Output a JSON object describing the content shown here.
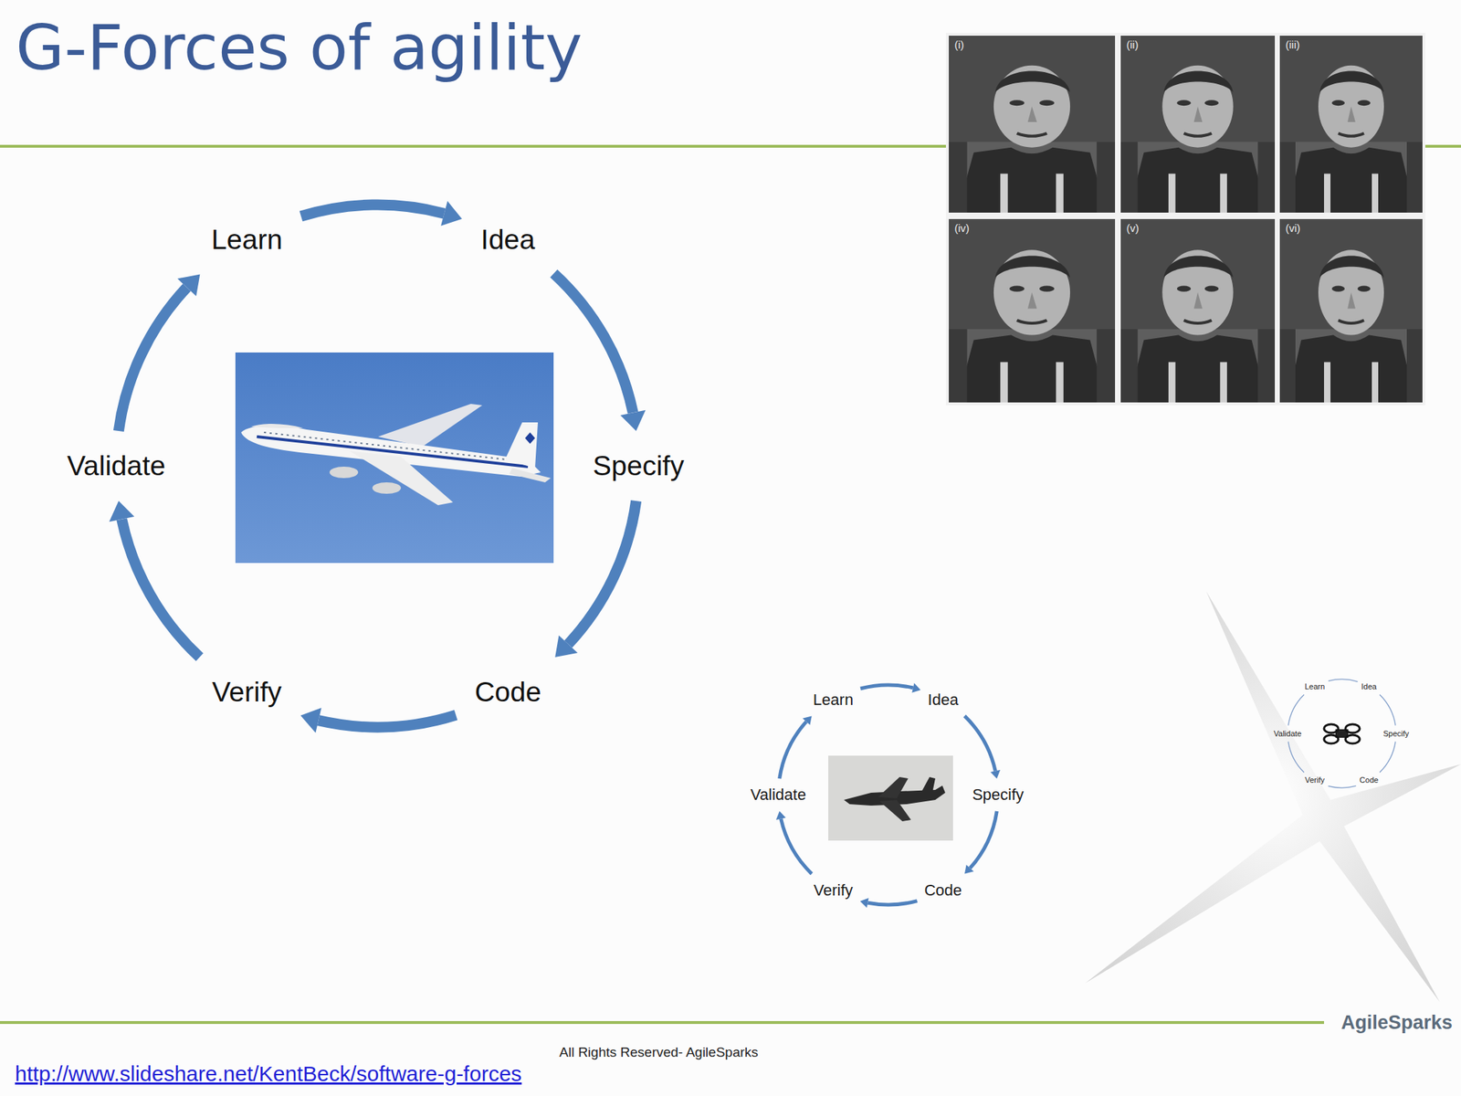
{
  "diagram": {
    "title": "G-Forces of agility",
    "nodes": [
      {
        "text": [
          "Learn"
        ]
      },
      {
        "text": [
          "Idea"
        ]
      },
      {
        "text": [
          "Specify"
        ]
      },
      {
        "text": [
          "Code"
        ]
      },
      {
        "text": [
          "Verify"
        ]
      },
      {
        "text": [
          "Validate"
        ]
      },
      {
        "text": [
          "Learn"
        ]
      },
      {
        "text": [
          "Idea"
        ]
      },
      {
        "text": [
          "Specify"
        ]
      },
      {
        "text": [
          "Code"
        ]
      },
      {
        "text": [
          "Verify"
        ]
      },
      {
        "text": [
          "Validate"
        ]
      },
      {
        "text": [
          "Learn"
        ]
      },
      {
        "text": [
          "Idea"
        ]
      },
      {
        "text": [
          "Specify"
        ]
      },
      {
        "text": [
          "Code"
        ]
      },
      {
        "text": [
          "Verify"
        ]
      },
      {
        "text": [
          "Validate"
        ]
      }
    ],
    "edges": [
      {
        "from": 0,
        "to": 1,
        "arrow": "to"
      },
      {
        "from": 1,
        "to": 2,
        "arrow": "to"
      },
      {
        "from": 2,
        "to": 3,
        "arrow": "to"
      },
      {
        "from": 3,
        "to": 4,
        "arrow": "to"
      },
      {
        "from": 4,
        "to": 5,
        "arrow": "to"
      },
      {
        "from": 5,
        "to": 0,
        "arrow": "to"
      },
      {
        "from": 6,
        "to": 7,
        "arrow": "to"
      },
      {
        "from": 7,
        "to": 8,
        "arrow": "to"
      },
      {
        "from": 8,
        "to": 9,
        "arrow": "to"
      },
      {
        "from": 9,
        "to": 10,
        "arrow": "to"
      },
      {
        "from": 10,
        "to": 11,
        "arrow": "to"
      },
      {
        "from": 11,
        "to": 6,
        "arrow": "to"
      },
      {
        "from": 12,
        "to": 13,
        "arrow": "none"
      },
      {
        "from": 13,
        "to": 14,
        "arrow": "none"
      },
      {
        "from": 14,
        "to": 15,
        "arrow": "none"
      },
      {
        "from": 15,
        "to": 16,
        "arrow": "none"
      },
      {
        "from": 16,
        "to": 17,
        "arrow": "none"
      },
      {
        "from": 17,
        "to": 12,
        "arrow": "none"
      }
    ],
    "labels": [
      "(i)",
      "(ii)",
      "(iii)",
      "(iv)",
      "(v)",
      "(vi)",
      "All Rights Reserved- AgileSparks",
      "AgileSparks",
      "http://www.slideshare.net/KentBeck/software-g-forces"
    ]
  }
}
